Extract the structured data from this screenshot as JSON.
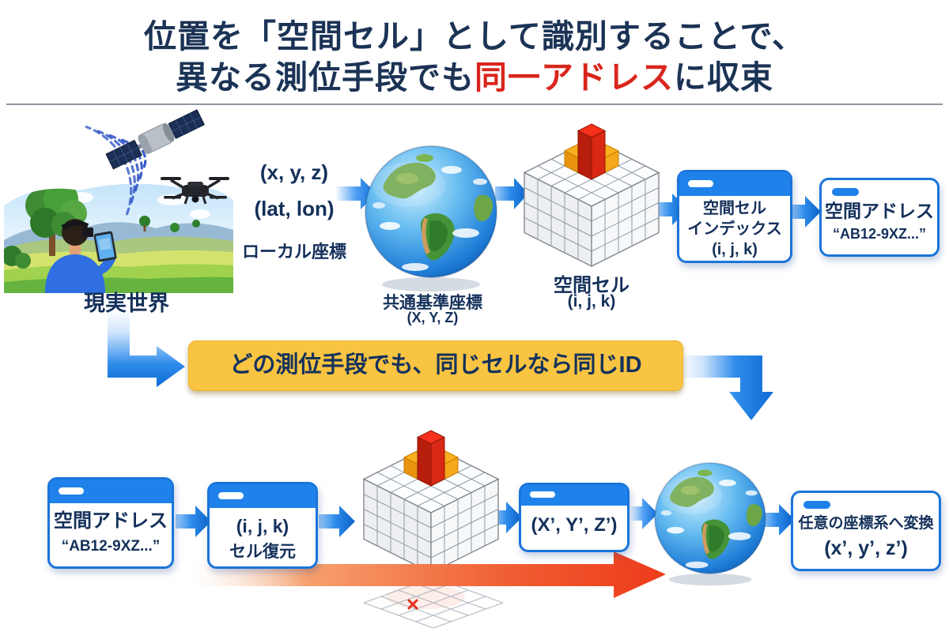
{
  "title": {
    "line1": "位置を「空間セル」として識別することで、",
    "line2_pre": "異なる測位手段でも",
    "line2_red": "同一アドレス",
    "line2_post": "に収束"
  },
  "top_flow": {
    "scene_label": "現実世界",
    "coord1": "(x, y, z)",
    "coord2": "(lat, lon)",
    "coord3": "ローカル座標",
    "globe_label": "共通基準座標",
    "globe_sub": "(X, Y, Z)",
    "cube_label": "空間セル",
    "cube_sub": "(i, j, k)",
    "index_card_line1": "空間セル",
    "index_card_line2": "インデックス",
    "index_card_line3": "(i, j, k)",
    "address_card_title": "空間アドレス",
    "address_card_value": "“AB12-9XZ...”"
  },
  "banner_text": "どの測位手段でも、同じセルなら同じID",
  "bottom_flow": {
    "address_card_title": "空間アドレス",
    "address_card_value": "“AB12-9XZ...”",
    "ijk_card_line1": "(i, j, k)",
    "ijk_card_line2": "セル復元",
    "xyz_card_text": "(X’, Y’, Z’)",
    "convert_card_line1": "任意の座標系へ変換",
    "convert_card_line2": "(x’, y’, z’)"
  },
  "colors": {
    "navy_text": "#1b3355",
    "highlight_red": "#d9261c",
    "arrow_blue": "#1679e0",
    "banner_yellow": "#f9c441",
    "cell_orange": "#f6a81c",
    "cell_red": "#ee2a12"
  }
}
